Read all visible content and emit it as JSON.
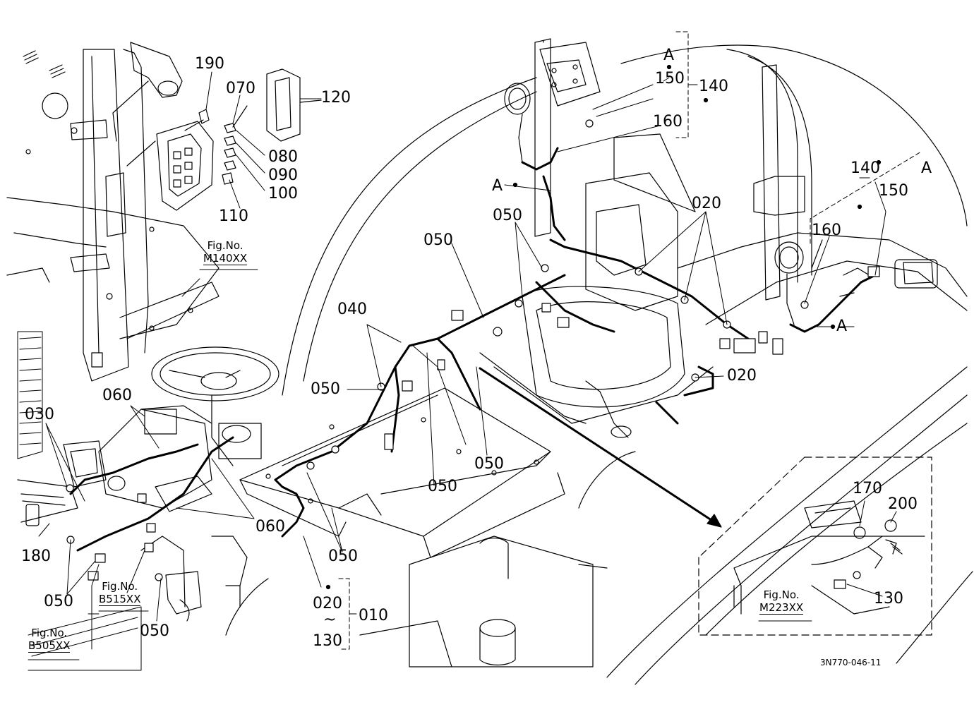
{
  "callouts": {
    "c190": "190",
    "c070": "070",
    "c120": "120",
    "c080": "080",
    "c090": "090",
    "c100": "100",
    "c110": "110",
    "c150_top": "150",
    "c140_top": "140",
    "c160_top": "160",
    "cA_top": "A",
    "cA_left": "A",
    "c050_a": "050",
    "c050_b": "050",
    "c020_a": "020",
    "c140_right": "140",
    "cA_right": "A",
    "c150_right": "150",
    "c160_right": "160",
    "cA_mid": "A",
    "c040": "040",
    "c060_top": "060",
    "c030": "030",
    "c050_c": "050",
    "c020_b": "020",
    "c050_d": "050",
    "c050_e": "050",
    "c060_bot": "060",
    "c170": "170",
    "c200": "200",
    "c180": "180",
    "c050_f": "050",
    "c050_g": "050",
    "c130": "130",
    "c020_c": "020",
    "c010": "010",
    "c050_h": "050",
    "c130_b": "130",
    "tilde": "~"
  },
  "figrefs": {
    "m140": {
      "line1": "Fig.No.",
      "line2": "M140XX"
    },
    "b515": {
      "line1": "Fig.No.",
      "line2": "B515XX"
    },
    "b505": {
      "line1": "Fig.No.",
      "line2": "B505XX"
    },
    "m223": {
      "line1": "Fig.No.",
      "line2": "M223XX"
    }
  },
  "drawing_number": "3N770-046-11"
}
